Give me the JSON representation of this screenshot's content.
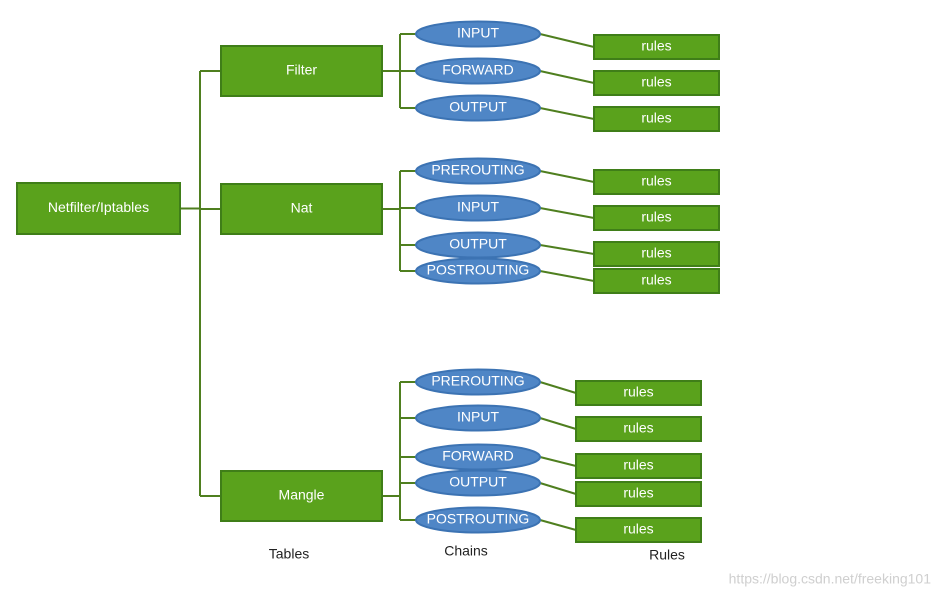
{
  "root": {
    "label": "Netfilter/Iptables"
  },
  "tables": [
    {
      "name": "Filter",
      "chains": [
        {
          "name": "INPUT",
          "rules_label": "rules"
        },
        {
          "name": "FORWARD",
          "rules_label": "rules"
        },
        {
          "name": "OUTPUT",
          "rules_label": "rules"
        }
      ]
    },
    {
      "name": "Nat",
      "chains": [
        {
          "name": "PREROUTING",
          "rules_label": "rules"
        },
        {
          "name": "INPUT",
          "rules_label": "rules"
        },
        {
          "name": "OUTPUT",
          "rules_label": "rules"
        },
        {
          "name": "POSTROUTING",
          "rules_label": "rules"
        }
      ]
    },
    {
      "name": "Mangle",
      "chains": [
        {
          "name": "PREROUTING",
          "rules_label": "rules"
        },
        {
          "name": "INPUT",
          "rules_label": "rules"
        },
        {
          "name": "FORWARD",
          "rules_label": "rules"
        },
        {
          "name": "OUTPUT",
          "rules_label": "rules"
        },
        {
          "name": "POSTROUTING",
          "rules_label": "rules"
        }
      ]
    }
  ],
  "legend": {
    "tables": "Tables",
    "chains": "Chains",
    "rules": "Rules"
  },
  "watermark": "https://blog.csdn.net/freeking101",
  "colors": {
    "box_fill": "#5aa21c",
    "box_border": "#3f7e18",
    "ellipse_fill": "#4f86c6",
    "ellipse_border": "#3c73b3",
    "connector": "#4f7f1f"
  }
}
